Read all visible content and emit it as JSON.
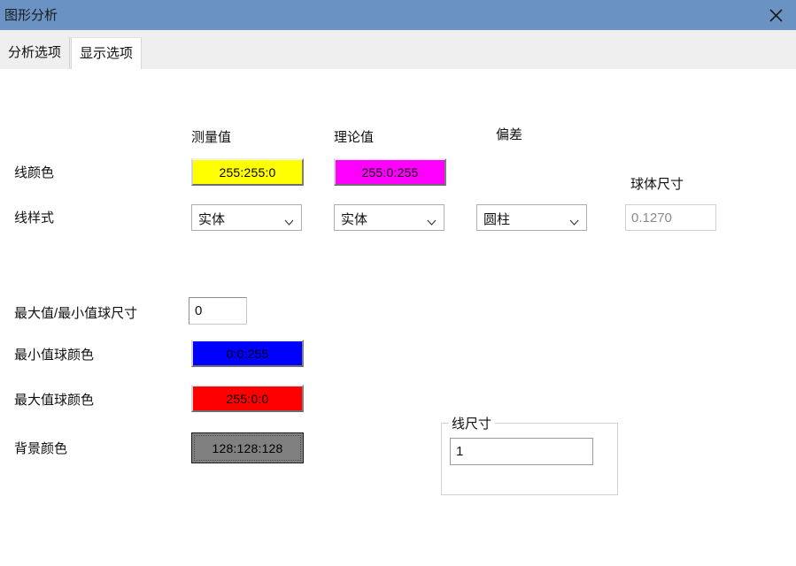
{
  "window": {
    "title": "图形分析",
    "close_icon": "close-icon",
    "titlebar_color": "#6a93c4"
  },
  "tabs": [
    {
      "label": "分析选项",
      "active": false
    },
    {
      "label": "显示选项",
      "active": true
    }
  ],
  "columns": {
    "measured": "测量值",
    "theoretical": "理论值",
    "deviation": "偏差"
  },
  "rows": {
    "line_color_label": "线颜色",
    "line_style_label": "线样式",
    "minmax_sphere_size_label": "最大值/最小值球尺寸",
    "min_sphere_color_label": "最小值球颜色",
    "max_sphere_color_label": "最大值球颜色",
    "background_color_label": "背景颜色",
    "sphere_size_label": "球体尺寸"
  },
  "line_color": {
    "measured": {
      "value": "255:255:0",
      "color": "#ffff00"
    },
    "theoretical": {
      "value": "255:0:255",
      "color": "#ff00ff"
    }
  },
  "line_style": {
    "measured": {
      "value": "实体",
      "chevron": "chevron-down-icon"
    },
    "theoretical": {
      "value": "实体",
      "chevron": "chevron-down-icon"
    },
    "deviation": {
      "value": "圆柱",
      "chevron": "chevron-down-icon"
    }
  },
  "sphere_size": {
    "value": "0.1270",
    "enabled": false
  },
  "minmax_sphere_size": {
    "value": "0"
  },
  "min_sphere_color": {
    "value": "0:0:255",
    "color": "#0000ff"
  },
  "max_sphere_color": {
    "value": "255:0:0",
    "color": "#ff0000"
  },
  "background_color": {
    "value": "128:128:128",
    "color": "#808080",
    "focused": true
  },
  "line_size_group": {
    "legend": "线尺寸",
    "value": "1"
  }
}
